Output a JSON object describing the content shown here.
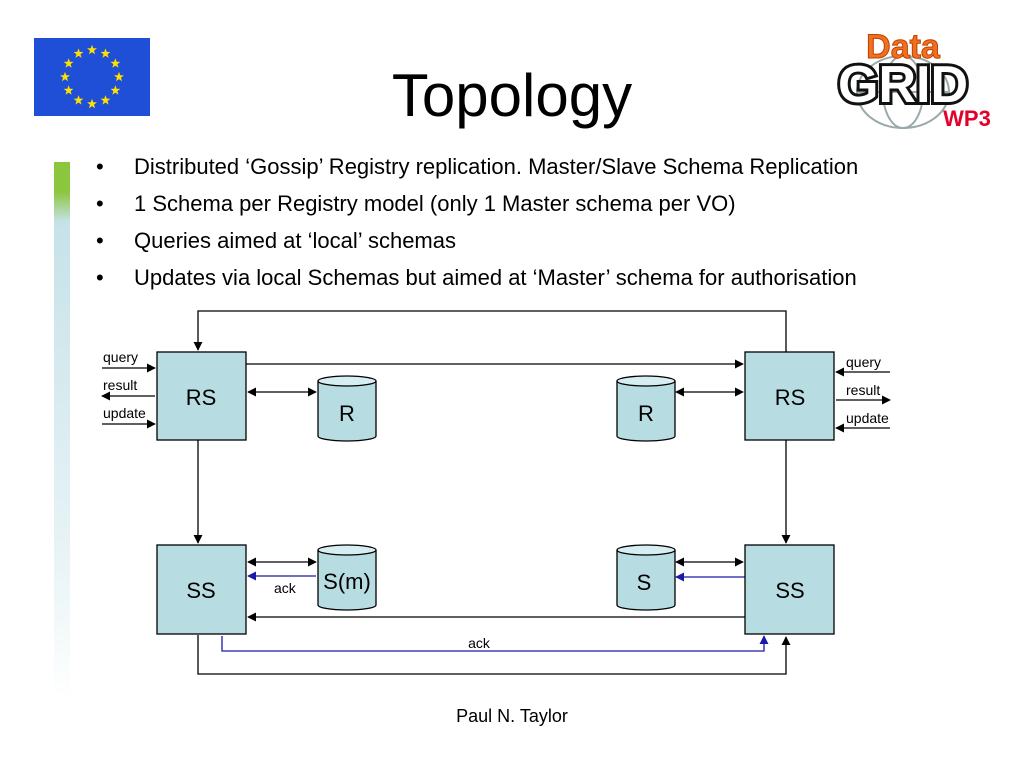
{
  "slide": {
    "title": "Topology",
    "bullets": [
      "Distributed ‘Gossip’ Registry replication. Master/Slave Schema Replication",
      "1 Schema per Registry model (only 1 Master schema per VO)",
      "Queries aimed at ‘local’ schemas",
      "Updates via local Schemas but aimed at ‘Master’ schema for authorisation"
    ],
    "footer": "Paul N. Taylor"
  },
  "logo": {
    "top_word": "Data",
    "main_word": "GRID",
    "sub_word": "WP3"
  },
  "diagram": {
    "left_rs": {
      "label": "RS",
      "inputs": [
        "query",
        "result",
        "update"
      ]
    },
    "right_rs": {
      "label": "RS",
      "inputs": [
        "query",
        "result",
        "update"
      ]
    },
    "left_r": "R",
    "right_r": "R",
    "left_ss": "SS",
    "right_ss": "SS",
    "master_schema": "S(m)",
    "slave_schema": "S",
    "ack_left": "ack",
    "ack_bottom": "ack"
  },
  "colors": {
    "box_fill": "#b7dde2",
    "ack_arrow": "#1a1aa8",
    "flag_blue": "#1f4fd6",
    "flag_star": "#ffe000",
    "logo_orange": "#f07020",
    "logo_red": "#e4002b"
  }
}
